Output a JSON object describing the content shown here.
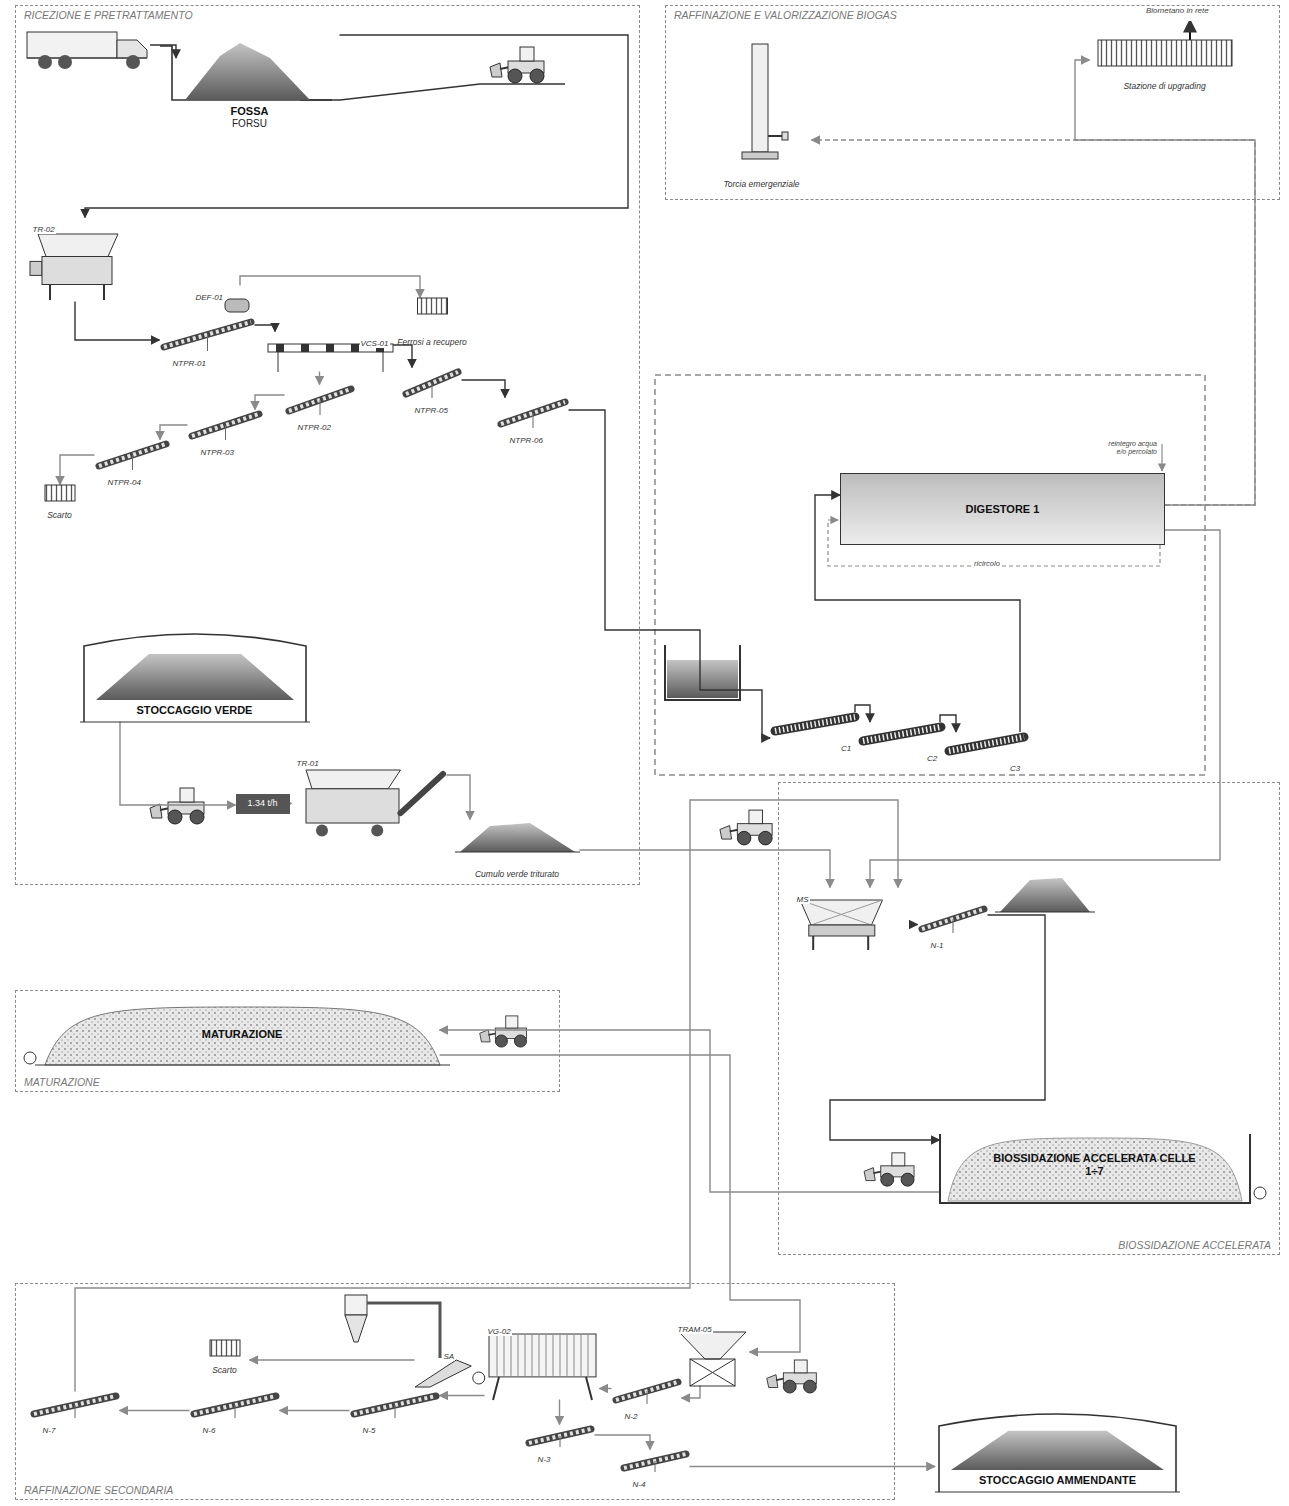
{
  "diagram": {
    "nodes": [
      {
        "text": [
          "RICEZIONE E PRETRATTAMENTO"
        ]
      },
      {
        "text": [
          "FOSSA",
          "FORSU"
        ],
        "in": 0
      },
      {
        "text": [
          "TR-02"
        ],
        "in": 0
      },
      {
        "text": [
          "Ferrosi a recupero"
        ],
        "in": 0
      },
      {
        "text": [
          "DEF-01"
        ],
        "in": 0
      },
      {
        "text": [
          "NTPR-01"
        ],
        "in": 0
      },
      {
        "text": [
          "VCS-01"
        ],
        "in": 0
      },
      {
        "text": [
          "NTPR-05"
        ],
        "in": 0
      },
      {
        "text": [
          "NTPR-06"
        ],
        "in": 0
      },
      {
        "text": [
          "NTPR-02"
        ],
        "in": 0
      },
      {
        "text": [
          "NTPR-03"
        ],
        "in": 0
      },
      {
        "text": [
          "NTPR-04"
        ],
        "in": 0
      },
      {
        "text": [
          "Scarto"
        ],
        "in": 0
      },
      {
        "text": [
          "STOCCAGGIO VERDE"
        ],
        "in": 0
      },
      {
        "text": [
          "1.34 t/h"
        ],
        "in": 0
      },
      {
        "text": [
          "TR-01"
        ],
        "in": 0
      },
      {
        "text": [
          "Cumulo verde triturato"
        ],
        "in": 0
      },
      {
        "text": [
          "RAFFINAZIONE E VALORIZZAZIONE BIOGAS"
        ]
      },
      {
        "text": [
          "Torcia emergenziale"
        ],
        "in": 17
      },
      {
        "text": [
          "Stazione di upgrading"
        ],
        "in": 17
      },
      {
        "text": [
          "DIGESTORE 1"
        ]
      },
      {
        "text": [
          "C1"
        ]
      },
      {
        "text": [
          "C2"
        ]
      },
      {
        "text": [
          "C3"
        ]
      },
      {
        "text": [
          "MATURAZIONE"
        ]
      },
      {
        "text": [
          "MATURAZIONE"
        ],
        "in": 24
      },
      {
        "text": [
          "BIOSSIDAZIONE ACCELERATA"
        ]
      },
      {
        "text": [
          "MS"
        ],
        "in": 26
      },
      {
        "text": [
          "N-1"
        ],
        "in": 26
      },
      {
        "text": [
          "BIOSSIDAZIONE ACCELERATA CELLE 1÷7"
        ],
        "in": 26
      },
      {
        "text": [
          "RAFFINAZIONE SECONDARIA"
        ]
      },
      {
        "text": [
          "Scarto"
        ],
        "in": 30
      },
      {
        "text": [
          "SA"
        ],
        "in": 30
      },
      {
        "text": [
          "VG-02"
        ],
        "in": 30
      },
      {
        "text": [
          "TRAM-05"
        ],
        "in": 30
      },
      {
        "text": [
          "N-2"
        ],
        "in": 30
      },
      {
        "text": [
          "N-3"
        ],
        "in": 30
      },
      {
        "text": [
          "N-4"
        ],
        "in": 30
      },
      {
        "text": [
          "N-5"
        ],
        "in": 30
      },
      {
        "text": [
          "N-6"
        ],
        "in": 30
      },
      {
        "text": [
          "N-7"
        ],
        "in": 30
      },
      {
        "text": [
          "STOCCAGGIO AMMENDANTE"
        ]
      }
    ],
    "edges": [
      {
        "from": 1,
        "to": 2,
        "arrow": "to"
      },
      {
        "from": 2,
        "to": 5,
        "arrow": "to"
      },
      {
        "from": 4,
        "to": 3,
        "arrow": "to"
      },
      {
        "from": 5,
        "to": 6,
        "arrow": "to"
      },
      {
        "from": 6,
        "to": 7,
        "arrow": "to"
      },
      {
        "from": 7,
        "to": 8,
        "arrow": "to"
      },
      {
        "from": 8,
        "to": 21,
        "arrow": "to"
      },
      {
        "from": 6,
        "to": 9,
        "arrow": "to"
      },
      {
        "from": 9,
        "to": 10,
        "arrow": "to"
      },
      {
        "from": 10,
        "to": 11,
        "arrow": "to"
      },
      {
        "from": 11,
        "to": 12,
        "arrow": "to"
      },
      {
        "from": 21,
        "to": 22,
        "arrow": "to"
      },
      {
        "from": 22,
        "to": 23,
        "arrow": "to"
      },
      {
        "from": 23,
        "to": 20,
        "arrow": "to"
      },
      {
        "from": 20,
        "to": 18,
        "arrow": "to"
      },
      {
        "from": 20,
        "to": 19,
        "arrow": "to"
      },
      {
        "from": 20,
        "to": 27,
        "arrow": "to"
      },
      {
        "from": 13,
        "to": 14,
        "arrow": "to"
      },
      {
        "from": 14,
        "to": 15,
        "arrow": "to"
      },
      {
        "from": 15,
        "to": 16,
        "arrow": "to"
      },
      {
        "from": 16,
        "to": 27,
        "arrow": "to"
      },
      {
        "from": 27,
        "to": 28,
        "arrow": "to"
      },
      {
        "from": 28,
        "to": 29,
        "arrow": "to"
      },
      {
        "from": 29,
        "to": 25,
        "arrow": "to"
      },
      {
        "from": 25,
        "to": 34,
        "arrow": "to"
      },
      {
        "from": 34,
        "to": 35,
        "arrow": "to"
      },
      {
        "from": 35,
        "to": 33,
        "arrow": "to"
      },
      {
        "from": 33,
        "to": 36,
        "arrow": "to"
      },
      {
        "from": 36,
        "to": 37,
        "arrow": "to"
      },
      {
        "from": 37,
        "to": 41,
        "arrow": "to"
      },
      {
        "from": 33,
        "to": 38,
        "arrow": "to"
      },
      {
        "from": 32,
        "to": 31,
        "arrow": "to"
      },
      {
        "from": 38,
        "to": 39,
        "arrow": "to"
      },
      {
        "from": 39,
        "to": 40,
        "arrow": "to"
      },
      {
        "from": 40,
        "to": 27,
        "arrow": "to"
      }
    ],
    "labels": [
      "Biometano in rete",
      "reintegro acqua e/o percolato",
      "ricircolo"
    ]
  }
}
